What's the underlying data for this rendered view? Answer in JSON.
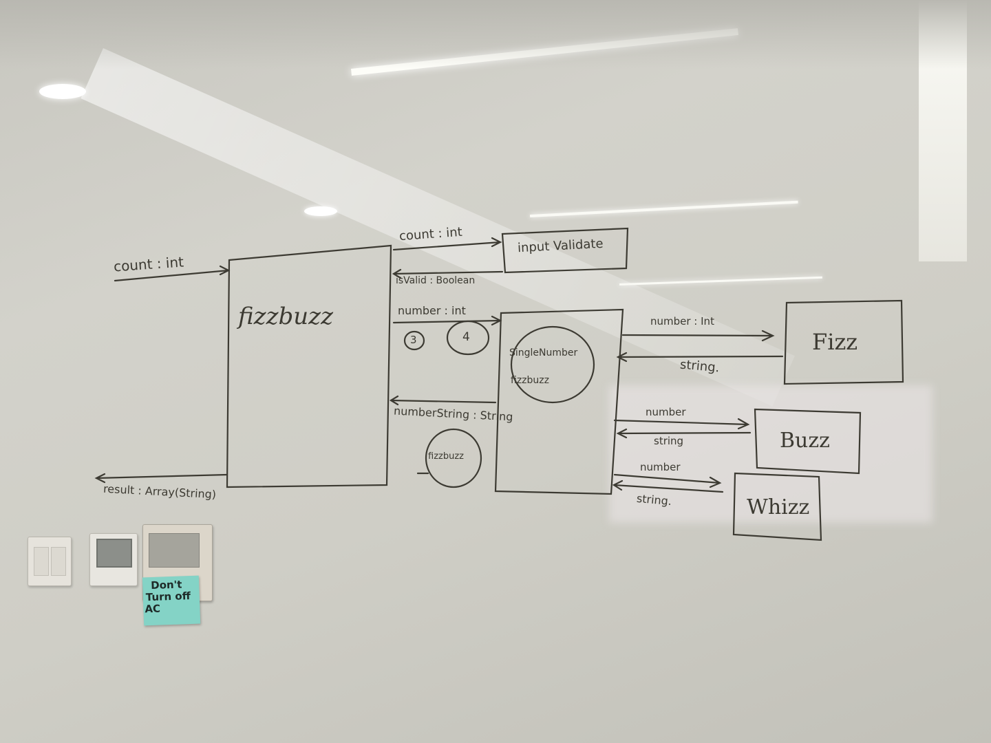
{
  "whiteboard": {
    "inputs": {
      "count_in": "count : int",
      "count_out": "count : int",
      "is_valid": "isValid : Boolean",
      "number_out": "number : int",
      "number_string": "numberString : String",
      "result": "result : Array(String)"
    },
    "boxes": {
      "main": "fizzbuzz",
      "validate": "input Validate",
      "single": [
        "SingleNumber",
        "fizzbuzz"
      ],
      "fizz": "Fizz",
      "buzz": "Buzz",
      "whizz": "Whizz"
    },
    "right_arrows": {
      "fizz_in": "number : Int",
      "fizz_out": "string.",
      "buzz_in": "number",
      "buzz_out": "string",
      "whizz_in": "number",
      "whizz_out": "string."
    },
    "marks": {
      "circle_3": "3",
      "circle_4": "4",
      "fizzbuzz_circle": "fizzbuzz"
    }
  },
  "sticky_note": [
    "Don't",
    "Turn off",
    "AC"
  ],
  "colors": {
    "wall": "#cfcec6",
    "marker": "#3c3a32",
    "sticky": "#84d3c6"
  }
}
